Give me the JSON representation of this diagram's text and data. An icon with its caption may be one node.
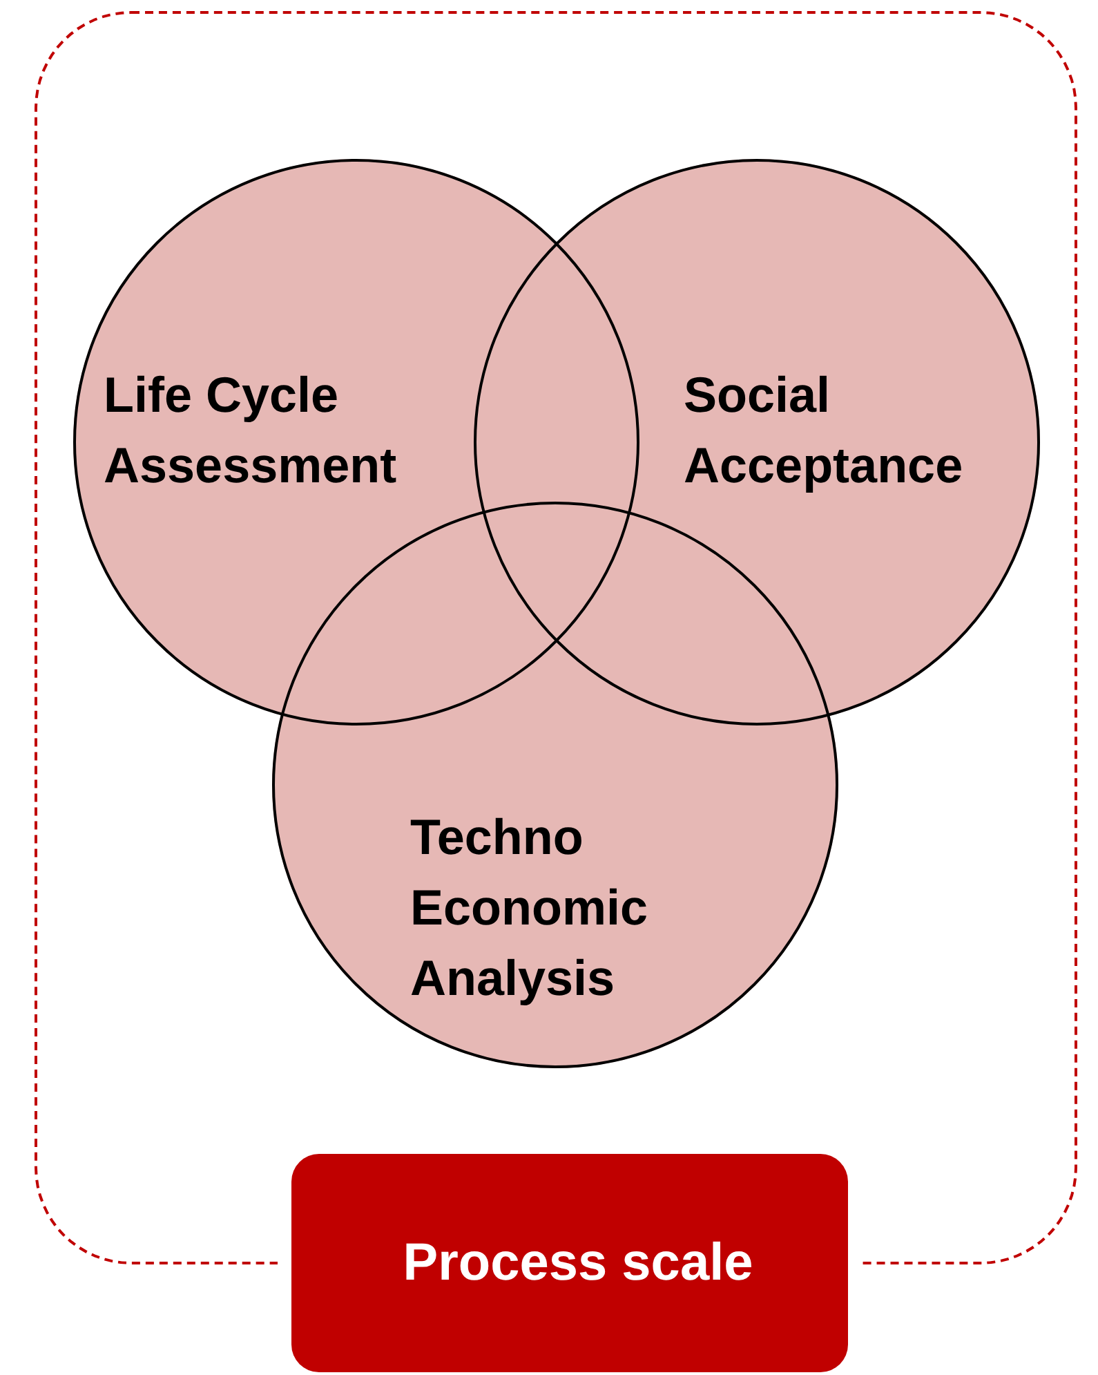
{
  "diagram": {
    "nodes": [
      {
        "text": [],
        "shape": "box"
      },
      {
        "text": [
          "Life Cycle Assessment"
        ],
        "in": 0
      },
      {
        "text": [
          "Social Acceptance"
        ],
        "in": 0
      },
      {
        "text": [
          "Techno Economic Analysis"
        ],
        "in": 0
      },
      {
        "text": [
          "Process scale"
        ]
      }
    ]
  }
}
